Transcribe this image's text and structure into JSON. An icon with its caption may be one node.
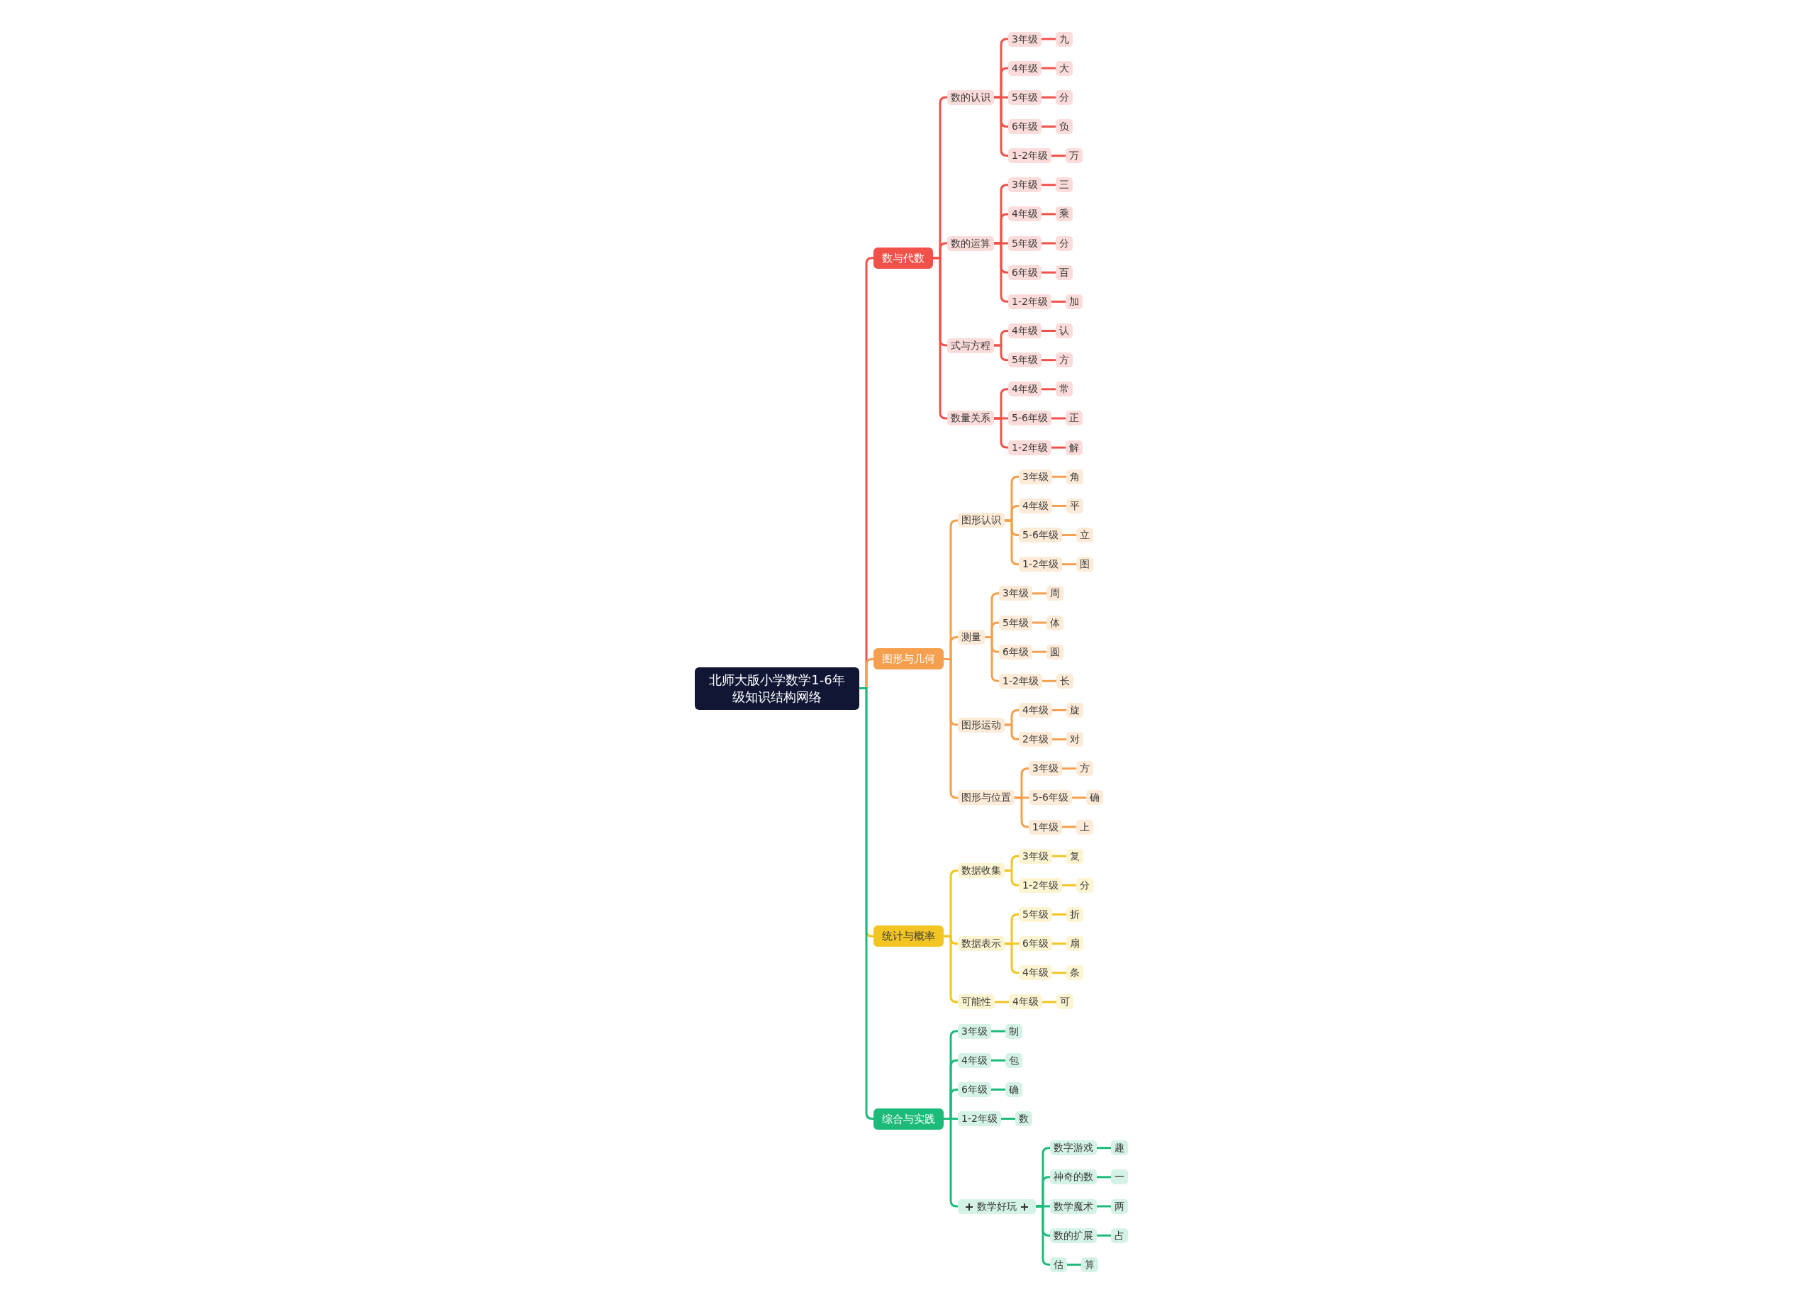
{
  "diagram": {
    "nodes": [
      {
        "text": [
          "北师大版小学数学1-6年级知识结构网络"
        ]
      },
      {
        "text": [
          "数与代数"
        ]
      },
      {
        "text": [
          "数的认识"
        ]
      },
      {
        "text": [
          "3年级"
        ]
      },
      {
        "text": [
          "九"
        ]
      },
      {
        "text": [
          "4年级"
        ]
      },
      {
        "text": [
          "大"
        ]
      },
      {
        "text": [
          "5年级"
        ]
      },
      {
        "text": [
          "分"
        ]
      },
      {
        "text": [
          "6年级"
        ]
      },
      {
        "text": [
          "负"
        ]
      },
      {
        "text": [
          "1-2年级"
        ]
      },
      {
        "text": [
          "万"
        ]
      },
      {
        "text": [
          "数的运算"
        ]
      },
      {
        "text": [
          "3年级"
        ]
      },
      {
        "text": [
          "三"
        ]
      },
      {
        "text": [
          "4年级"
        ]
      },
      {
        "text": [
          "乘"
        ]
      },
      {
        "text": [
          "5年级"
        ]
      },
      {
        "text": [
          "分"
        ]
      },
      {
        "text": [
          "6年级"
        ]
      },
      {
        "text": [
          "百"
        ]
      },
      {
        "text": [
          "1-2年级"
        ]
      },
      {
        "text": [
          "加"
        ]
      },
      {
        "text": [
          "式与方程"
        ]
      },
      {
        "text": [
          "4年级"
        ]
      },
      {
        "text": [
          "认"
        ]
      },
      {
        "text": [
          "5年级"
        ]
      },
      {
        "text": [
          "方"
        ]
      },
      {
        "text": [
          "数量关系"
        ]
      },
      {
        "text": [
          "4年级"
        ]
      },
      {
        "text": [
          "常"
        ]
      },
      {
        "text": [
          "5-6年级"
        ]
      },
      {
        "text": [
          "正"
        ]
      },
      {
        "text": [
          "1-2年级"
        ]
      },
      {
        "text": [
          "解"
        ]
      },
      {
        "text": [
          "图形与几何"
        ]
      },
      {
        "text": [
          "图形认识"
        ]
      },
      {
        "text": [
          "3年级"
        ]
      },
      {
        "text": [
          "角"
        ]
      },
      {
        "text": [
          "4年级"
        ]
      },
      {
        "text": [
          "平"
        ]
      },
      {
        "text": [
          "5-6年级"
        ]
      },
      {
        "text": [
          "立"
        ]
      },
      {
        "text": [
          "1-2年级"
        ]
      },
      {
        "text": [
          "图"
        ]
      },
      {
        "text": [
          "测量"
        ]
      },
      {
        "text": [
          "3年级"
        ]
      },
      {
        "text": [
          "周"
        ]
      },
      {
        "text": [
          "5年级"
        ]
      },
      {
        "text": [
          "体"
        ]
      },
      {
        "text": [
          "6年级"
        ]
      },
      {
        "text": [
          "圆"
        ]
      },
      {
        "text": [
          "1-2年级"
        ]
      },
      {
        "text": [
          "长"
        ]
      },
      {
        "text": [
          "图形运动"
        ]
      },
      {
        "text": [
          "4年级"
        ]
      },
      {
        "text": [
          "旋"
        ]
      },
      {
        "text": [
          "2年级"
        ]
      },
      {
        "text": [
          "对"
        ]
      },
      {
        "text": [
          "图形与位置"
        ]
      },
      {
        "text": [
          "3年级"
        ]
      },
      {
        "text": [
          "方"
        ]
      },
      {
        "text": [
          "5-6年级"
        ]
      },
      {
        "text": [
          "确"
        ]
      },
      {
        "text": [
          "1年级"
        ]
      },
      {
        "text": [
          "上"
        ]
      },
      {
        "text": [
          "统计与概率"
        ]
      },
      {
        "text": [
          "数据收集"
        ]
      },
      {
        "text": [
          "3年级"
        ]
      },
      {
        "text": [
          "复"
        ]
      },
      {
        "text": [
          "1-2年级"
        ]
      },
      {
        "text": [
          "分"
        ]
      },
      {
        "text": [
          "数据表示"
        ]
      },
      {
        "text": [
          "5年级"
        ]
      },
      {
        "text": [
          "折"
        ]
      },
      {
        "text": [
          "6年级"
        ]
      },
      {
        "text": [
          "扇"
        ]
      },
      {
        "text": [
          "4年级"
        ]
      },
      {
        "text": [
          "条"
        ]
      },
      {
        "text": [
          "可能性"
        ]
      },
      {
        "text": [
          "4年级"
        ]
      },
      {
        "text": [
          "可"
        ]
      },
      {
        "text": [
          "综合与实践"
        ]
      },
      {
        "text": [
          "3年级"
        ]
      },
      {
        "text": [
          "制"
        ]
      },
      {
        "text": [
          "4年级"
        ]
      },
      {
        "text": [
          "包"
        ]
      },
      {
        "text": [
          "6年级"
        ]
      },
      {
        "text": [
          "确"
        ]
      },
      {
        "text": [
          "1-2年级"
        ]
      },
      {
        "text": [
          "数"
        ]
      },
      {
        "text": [
          "数学好玩"
        ]
      },
      {
        "text": [
          "数字游戏"
        ]
      },
      {
        "text": [
          "趣"
        ]
      },
      {
        "text": [
          "神奇的数"
        ]
      },
      {
        "text": [
          "一"
        ]
      },
      {
        "text": [
          "数学魔术"
        ]
      },
      {
        "text": [
          "两"
        ]
      },
      {
        "text": [
          "数的扩展"
        ]
      },
      {
        "text": [
          "占"
        ]
      },
      {
        "text": [
          "估"
        ]
      },
      {
        "text": [
          "算"
        ]
      }
    ],
    "edges": [
      {
        "from": 0,
        "to": 1,
        "arrow": "none",
        "color": "#f0524a"
      },
      {
        "from": 1,
        "to": 2,
        "arrow": "none",
        "color": "#f0524a"
      },
      {
        "from": 2,
        "to": 3,
        "arrow": "none",
        "color": "#f0524a"
      },
      {
        "from": 3,
        "to": 4,
        "arrow": "none",
        "color": "#f0524a"
      },
      {
        "from": 2,
        "to": 5,
        "arrow": "none",
        "color": "#f0524a"
      },
      {
        "from": 5,
        "to": 6,
        "arrow": "none",
        "color": "#f0524a"
      },
      {
        "from": 2,
        "to": 7,
        "arrow": "none",
        "color": "#f0524a"
      },
      {
        "from": 7,
        "to": 8,
        "arrow": "none",
        "color": "#f0524a"
      },
      {
        "from": 2,
        "to": 9,
        "arrow": "none",
        "color": "#f0524a"
      },
      {
        "from": 9,
        "to": 10,
        "arrow": "none",
        "color": "#f0524a"
      },
      {
        "from": 2,
        "to": 11,
        "arrow": "none",
        "color": "#f0524a"
      },
      {
        "from": 11,
        "to": 12,
        "arrow": "none",
        "color": "#f0524a"
      },
      {
        "from": 1,
        "to": 13,
        "arrow": "none",
        "color": "#f0524a"
      },
      {
        "from": 13,
        "to": 14,
        "arrow": "none",
        "color": "#f0524a"
      },
      {
        "from": 14,
        "to": 15,
        "arrow": "none",
        "color": "#f0524a"
      },
      {
        "from": 13,
        "to": 16,
        "arrow": "none",
        "color": "#f0524a"
      },
      {
        "from": 16,
        "to": 17,
        "arrow": "none",
        "color": "#f0524a"
      },
      {
        "from": 13,
        "to": 18,
        "arrow": "none",
        "color": "#f0524a"
      },
      {
        "from": 18,
        "to": 19,
        "arrow": "none",
        "color": "#f0524a"
      },
      {
        "from": 13,
        "to": 20,
        "arrow": "none",
        "color": "#f0524a"
      },
      {
        "from": 20,
        "to": 21,
        "arrow": "none",
        "color": "#f0524a"
      },
      {
        "from": 13,
        "to": 22,
        "arrow": "none",
        "color": "#f0524a"
      },
      {
        "from": 22,
        "to": 23,
        "arrow": "none",
        "color": "#f0524a"
      },
      {
        "from": 1,
        "to": 24,
        "arrow": "none",
        "color": "#f0524a"
      },
      {
        "from": 24,
        "to": 25,
        "arrow": "none",
        "color": "#f0524a"
      },
      {
        "from": 25,
        "to": 26,
        "arrow": "none",
        "color": "#f0524a"
      },
      {
        "from": 24,
        "to": 27,
        "arrow": "none",
        "color": "#f0524a"
      },
      {
        "from": 27,
        "to": 28,
        "arrow": "none",
        "color": "#f0524a"
      },
      {
        "from": 1,
        "to": 29,
        "arrow": "none",
        "color": "#f0524a"
      },
      {
        "from": 29,
        "to": 30,
        "arrow": "none",
        "color": "#f0524a"
      },
      {
        "from": 30,
        "to": 31,
        "arrow": "none",
        "color": "#f0524a"
      },
      {
        "from": 29,
        "to": 32,
        "arrow": "none",
        "color": "#f0524a"
      },
      {
        "from": 32,
        "to": 33,
        "arrow": "none",
        "color": "#f0524a"
      },
      {
        "from": 29,
        "to": 34,
        "arrow": "none",
        "color": "#f0524a"
      },
      {
        "from": 34,
        "to": 35,
        "arrow": "none",
        "color": "#f0524a"
      },
      {
        "from": 0,
        "to": 36,
        "arrow": "none",
        "color": "#f5a04e"
      },
      {
        "from": 36,
        "to": 37,
        "arrow": "none",
        "color": "#f5a04e"
      },
      {
        "from": 37,
        "to": 38,
        "arrow": "none",
        "color": "#f5a04e"
      },
      {
        "from": 38,
        "to": 39,
        "arrow": "none",
        "color": "#f5a04e"
      },
      {
        "from": 37,
        "to": 40,
        "arrow": "none",
        "color": "#f5a04e"
      },
      {
        "from": 40,
        "to": 41,
        "arrow": "none",
        "color": "#f5a04e"
      },
      {
        "from": 37,
        "to": 42,
        "arrow": "none",
        "color": "#f5a04e"
      },
      {
        "from": 42,
        "to": 43,
        "arrow": "none",
        "color": "#f5a04e"
      },
      {
        "from": 37,
        "to": 44,
        "arrow": "none",
        "color": "#f5a04e"
      },
      {
        "from": 44,
        "to": 45,
        "arrow": "none",
        "color": "#f5a04e"
      },
      {
        "from": 36,
        "to": 46,
        "arrow": "none",
        "color": "#f5a04e"
      },
      {
        "from": 46,
        "to": 47,
        "arrow": "none",
        "color": "#f5a04e"
      },
      {
        "from": 47,
        "to": 48,
        "arrow": "none",
        "color": "#f5a04e"
      },
      {
        "from": 46,
        "to": 49,
        "arrow": "none",
        "color": "#f5a04e"
      },
      {
        "from": 49,
        "to": 50,
        "arrow": "none",
        "color": "#f5a04e"
      },
      {
        "from": 46,
        "to": 51,
        "arrow": "none",
        "color": "#f5a04e"
      },
      {
        "from": 51,
        "to": 52,
        "arrow": "none",
        "color": "#f5a04e"
      },
      {
        "from": 46,
        "to": 53,
        "arrow": "none",
        "color": "#f5a04e"
      },
      {
        "from": 53,
        "to": 54,
        "arrow": "none",
        "color": "#f5a04e"
      },
      {
        "from": 36,
        "to": 55,
        "arrow": "none",
        "color": "#f5a04e"
      },
      {
        "from": 55,
        "to": 56,
        "arrow": "none",
        "color": "#f5a04e"
      },
      {
        "from": 56,
        "to": 57,
        "arrow": "none",
        "color": "#f5a04e"
      },
      {
        "from": 55,
        "to": 58,
        "arrow": "none",
        "color": "#f5a04e"
      },
      {
        "from": 58,
        "to": 59,
        "arrow": "none",
        "color": "#f5a04e"
      },
      {
        "from": 36,
        "to": 60,
        "arrow": "none",
        "color": "#f5a04e"
      },
      {
        "from": 60,
        "to": 61,
        "arrow": "none",
        "color": "#f5a04e"
      },
      {
        "from": 61,
        "to": 62,
        "arrow": "none",
        "color": "#f5a04e"
      },
      {
        "from": 60,
        "to": 63,
        "arrow": "none",
        "color": "#f5a04e"
      },
      {
        "from": 63,
        "to": 64,
        "arrow": "none",
        "color": "#f5a04e"
      },
      {
        "from": 60,
        "to": 65,
        "arrow": "none",
        "color": "#f5a04e"
      },
      {
        "from": 65,
        "to": 66,
        "arrow": "none",
        "color": "#f5a04e"
      },
      {
        "from": 0,
        "to": 67,
        "arrow": "none",
        "color": "#f2c522"
      },
      {
        "from": 67,
        "to": 68,
        "arrow": "none",
        "color": "#f2c522"
      },
      {
        "from": 68,
        "to": 69,
        "arrow": "none",
        "color": "#f2c522"
      },
      {
        "from": 69,
        "to": 70,
        "arrow": "none",
        "color": "#f2c522"
      },
      {
        "from": 68,
        "to": 71,
        "arrow": "none",
        "color": "#f2c522"
      },
      {
        "from": 71,
        "to": 72,
        "arrow": "none",
        "color": "#f2c522"
      },
      {
        "from": 67,
        "to": 73,
        "arrow": "none",
        "color": "#f2c522"
      },
      {
        "from": 73,
        "to": 74,
        "arrow": "none",
        "color": "#f2c522"
      },
      {
        "from": 74,
        "to": 75,
        "arrow": "none",
        "color": "#f2c522"
      },
      {
        "from": 73,
        "to": 76,
        "arrow": "none",
        "color": "#f2c522"
      },
      {
        "from": 76,
        "to": 77,
        "arrow": "none",
        "color": "#f2c522"
      },
      {
        "from": 73,
        "to": 78,
        "arrow": "none",
        "color": "#f2c522"
      },
      {
        "from": 78,
        "to": 79,
        "arrow": "none",
        "color": "#f2c522"
      },
      {
        "from": 67,
        "to": 80,
        "arrow": "none",
        "color": "#f2c522"
      },
      {
        "from": 80,
        "to": 81,
        "arrow": "none",
        "color": "#f2c522"
      },
      {
        "from": 81,
        "to": 82,
        "arrow": "none",
        "color": "#f2c522"
      },
      {
        "from": 0,
        "to": 83,
        "arrow": "none",
        "color": "#1dbb7a"
      },
      {
        "from": 83,
        "to": 84,
        "arrow": "none",
        "color": "#1dbb7a"
      },
      {
        "from": 84,
        "to": 85,
        "arrow": "none",
        "color": "#1dbb7a"
      },
      {
        "from": 83,
        "to": 86,
        "arrow": "none",
        "color": "#1dbb7a"
      },
      {
        "from": 86,
        "to": 87,
        "arrow": "none",
        "color": "#1dbb7a"
      },
      {
        "from": 83,
        "to": 88,
        "arrow": "none",
        "color": "#1dbb7a"
      },
      {
        "from": 88,
        "to": 89,
        "arrow": "none",
        "color": "#1dbb7a"
      },
      {
        "from": 83,
        "to": 90,
        "arrow": "none",
        "color": "#1dbb7a"
      },
      {
        "from": 90,
        "to": 91,
        "arrow": "none",
        "color": "#1dbb7a"
      },
      {
        "from": 83,
        "to": 92,
        "arrow": "none",
        "color": "#1dbb7a"
      },
      {
        "from": 92,
        "to": 93,
        "arrow": "none",
        "color": "#1dbb7a"
      },
      {
        "from": 93,
        "to": 94,
        "arrow": "none",
        "color": "#1dbb7a"
      },
      {
        "from": 92,
        "to": 95,
        "arrow": "none",
        "color": "#1dbb7a"
      },
      {
        "from": 95,
        "to": 96,
        "arrow": "none",
        "color": "#1dbb7a"
      },
      {
        "from": 92,
        "to": 97,
        "arrow": "none",
        "color": "#1dbb7a"
      },
      {
        "from": 97,
        "to": 98,
        "arrow": "none",
        "color": "#1dbb7a"
      },
      {
        "from": 92,
        "to": 99,
        "arrow": "none",
        "color": "#1dbb7a"
      },
      {
        "from": 99,
        "to": 100,
        "arrow": "none",
        "color": "#1dbb7a"
      },
      {
        "from": 92,
        "to": 101,
        "arrow": "none",
        "color": "#1dbb7a"
      },
      {
        "from": 101,
        "to": 102,
        "arrow": "none",
        "color": "#1dbb7a"
      }
    ]
  }
}
